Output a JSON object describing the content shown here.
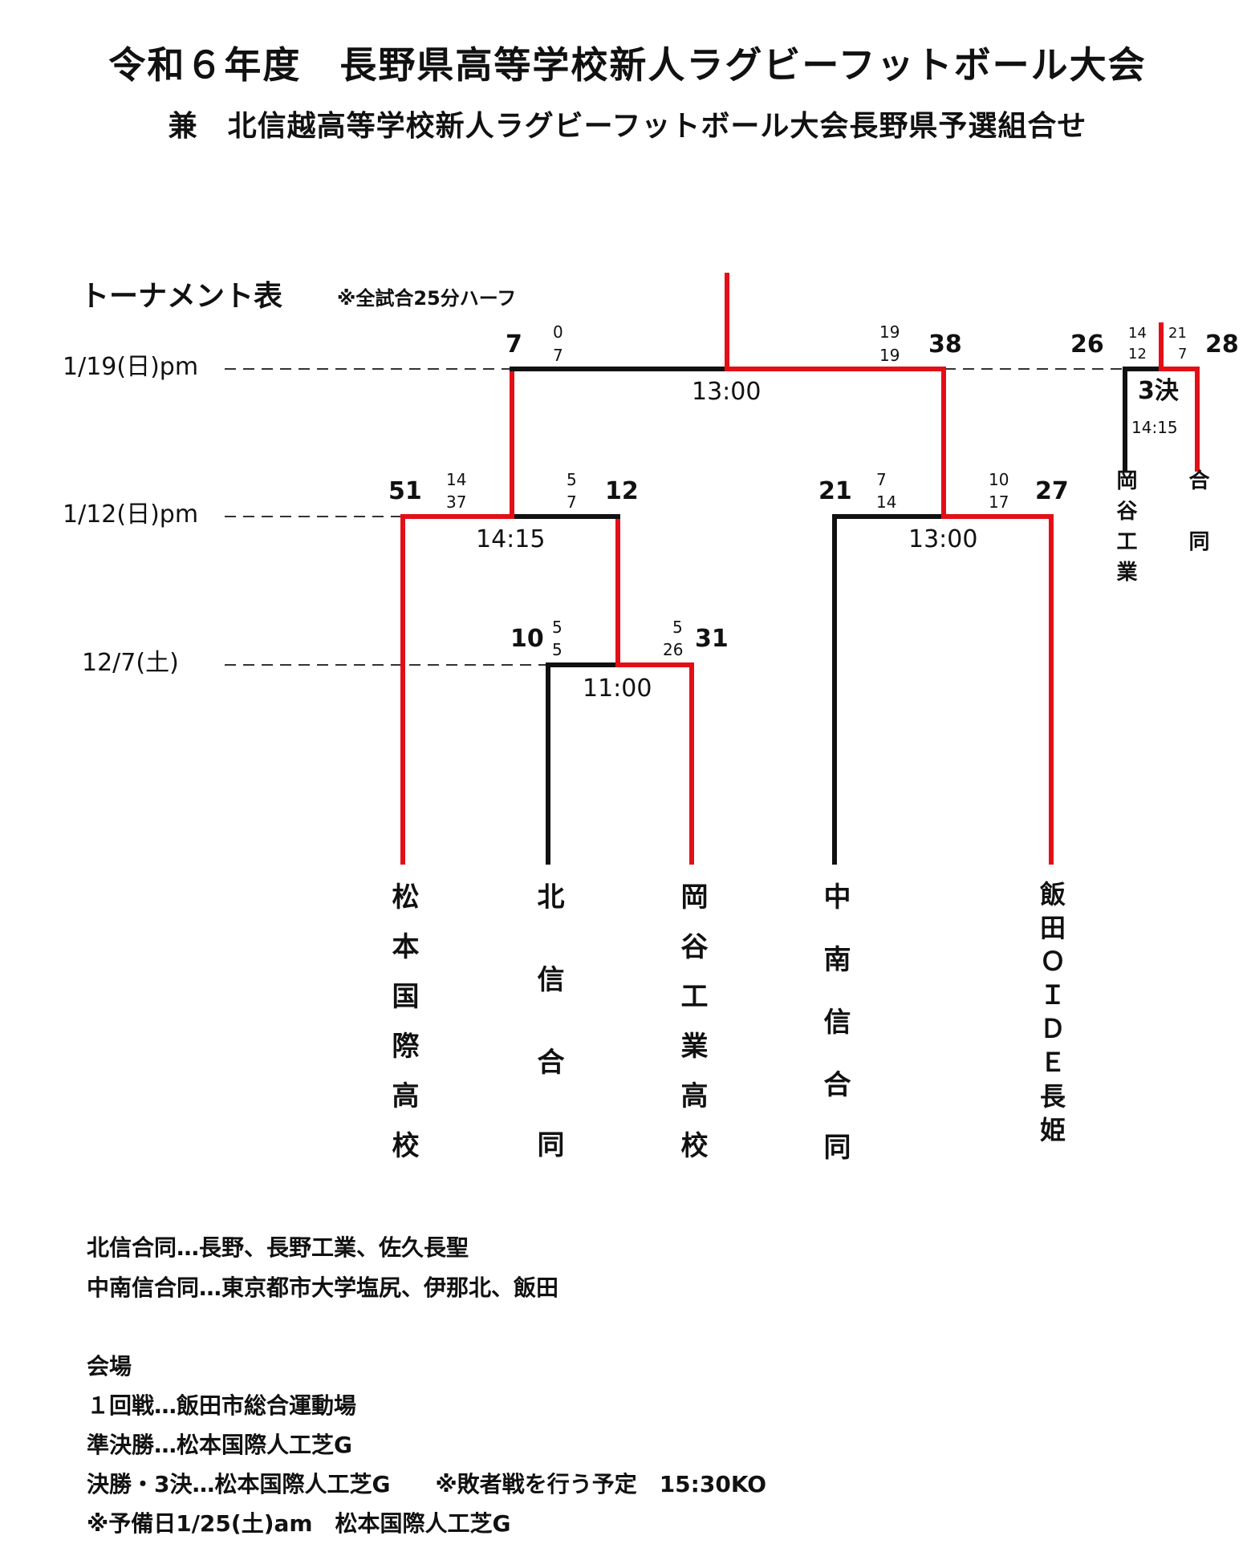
{
  "header": {
    "title": "令和６年度　長野県高等学校新人ラグビーフットボール大会",
    "subtitle": "兼　北信越高等学校新人ラグビーフットボール大会長野県予選組合せ"
  },
  "section": {
    "label": "トーナメント表",
    "note": "※全試合25分ハーフ"
  },
  "dates": {
    "final": "1/19(日)pm",
    "semi": "1/12(日)pm",
    "first": "12/7(土)"
  },
  "matches": {
    "final": {
      "time": "13:00",
      "left_score": "7",
      "left_halves": [
        "0",
        "7"
      ],
      "right_halves": [
        "19",
        "19"
      ],
      "right_score": "38"
    },
    "third": {
      "label": "3決",
      "time": "14:15",
      "left_score": "26",
      "left_halves": [
        "14",
        "12"
      ],
      "right_halves": [
        "21",
        "7"
      ],
      "right_score": "28",
      "left_team": "岡谷工業",
      "right_team": "合同"
    },
    "semi_left": {
      "time": "14:15",
      "left_score": "51",
      "left_halves": [
        "14",
        "37"
      ],
      "right_halves": [
        "5",
        "7"
      ],
      "right_score": "12"
    },
    "semi_right": {
      "time": "13:00",
      "left_score": "21",
      "left_halves": [
        "7",
        "14"
      ],
      "right_halves": [
        "10",
        "17"
      ],
      "right_score": "27"
    },
    "first_round": {
      "time": "11:00",
      "left_score": "10",
      "left_halves": [
        "5",
        "5"
      ],
      "right_halves": [
        "5",
        "26"
      ],
      "right_score": "31"
    }
  },
  "teams": [
    "松本国際高校",
    "北信合同",
    "岡谷工業高校",
    "中南信合同",
    "飯田ＯＩＤＥ長姫"
  ],
  "footer": {
    "notes": [
      "北信合同…長野、長野工業、佐久長聖",
      "中南信合同…東京都市大学塩尻、伊那北、飯田"
    ],
    "venue_title": "会場",
    "venues": [
      "１回戦…飯田市総合運動場",
      "準決勝…松本国際人工芝G",
      "決勝・3決…松本国際人工芝G　　※敗者戦を行う予定　15:30KO",
      "※予備日1/25(土)am　松本国際人工芝G"
    ]
  },
  "colors": {
    "winner_line": "#e30f17",
    "loser_line": "#111111"
  }
}
